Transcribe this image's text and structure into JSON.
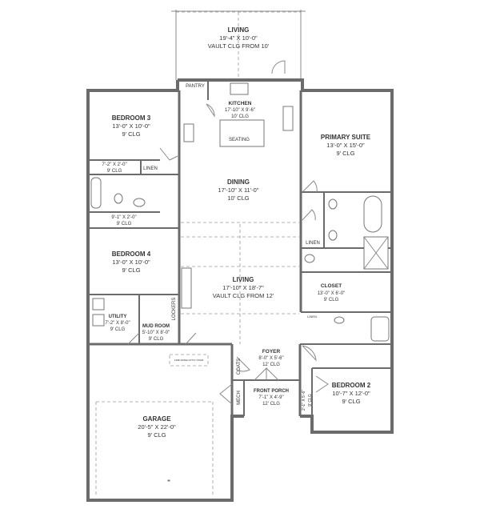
{
  "rooms": {
    "rear_living": {
      "name": "LIVING",
      "size": "19'-4\" X 10'-0\"",
      "ceiling": "VAULT CLG FROM 10'"
    },
    "kitchen": {
      "name": "KITCHEN",
      "size": "17'-10\" X 9'-6\"",
      "ceiling": "10' CLG"
    },
    "pantry": {
      "name": "PANTRY"
    },
    "seating": {
      "name": "SEATING"
    },
    "bedroom3": {
      "name": "BEDROOM 3",
      "size": "13'-0\" X 10'-0\"",
      "ceiling": "9' CLG"
    },
    "closet3": {
      "size": "7'-2\" X 2'-0\"",
      "ceiling": "9' CLG"
    },
    "linen_left": {
      "name": "LINEN"
    },
    "hall_closet": {
      "size": "9'-1\" X 2'-0\"",
      "ceiling": "9' CLG"
    },
    "dining": {
      "name": "DINING",
      "size": "17'-10\" X 11'-0\"",
      "ceiling": "10' CLG"
    },
    "primary_suite": {
      "name": "PRIMARY SUITE",
      "size": "13'-0\" X 15'-0\"",
      "ceiling": "9' CLG"
    },
    "linen_primary": {
      "name": "LINEN"
    },
    "closet_primary": {
      "name": "CLOSET",
      "size": "13'-0\" X 6'-0\"",
      "ceiling": "9' CLG"
    },
    "linen_bath2": {
      "name": "LINEN"
    },
    "bedroom4": {
      "name": "BEDROOM 4",
      "size": "13'-0\" X 10'-0\"",
      "ceiling": "9' CLG"
    },
    "living": {
      "name": "LIVING",
      "size": "17'-10\" X 18'-7\"",
      "ceiling": "VAULT CLG FROM 12'"
    },
    "utility": {
      "name": "UTILITY",
      "size": "7'-2\" X 8'-0\"",
      "ceiling": "9' CLG"
    },
    "mud_room": {
      "name": "MUD ROOM",
      "size": "5'-10\" X 8'-0\"",
      "ceiling": "9' CLG"
    },
    "lockers": {
      "name": "LOCKERS"
    },
    "foyer": {
      "name": "FOYER",
      "size": "8'-0\" X 5'-6\"",
      "ceiling": "12' CLG"
    },
    "coats": {
      "name": "COATS"
    },
    "mech": {
      "name": "MECH"
    },
    "front_porch": {
      "name": "FRONT PORCH",
      "size": "7'-1\" X 4'-9\"",
      "ceiling": "12' CLG"
    },
    "closet2": {
      "size": "2'-1\" X 5'-6\"",
      "ceiling": "9' CLG"
    },
    "bedroom2": {
      "name": "BEDROOM 2",
      "size": "10'-7\" X 12'-0\"",
      "ceiling": "9' CLG"
    },
    "garage": {
      "name": "GARAGE",
      "size": "20'-5\" X 22'-0\"",
      "ceiling": "9' CLG"
    },
    "attic_stair": {
      "name": "FIRE RATED ATTIC STAIR"
    }
  },
  "colors": {
    "wall": "#6b6b6b",
    "text": "#333333"
  }
}
